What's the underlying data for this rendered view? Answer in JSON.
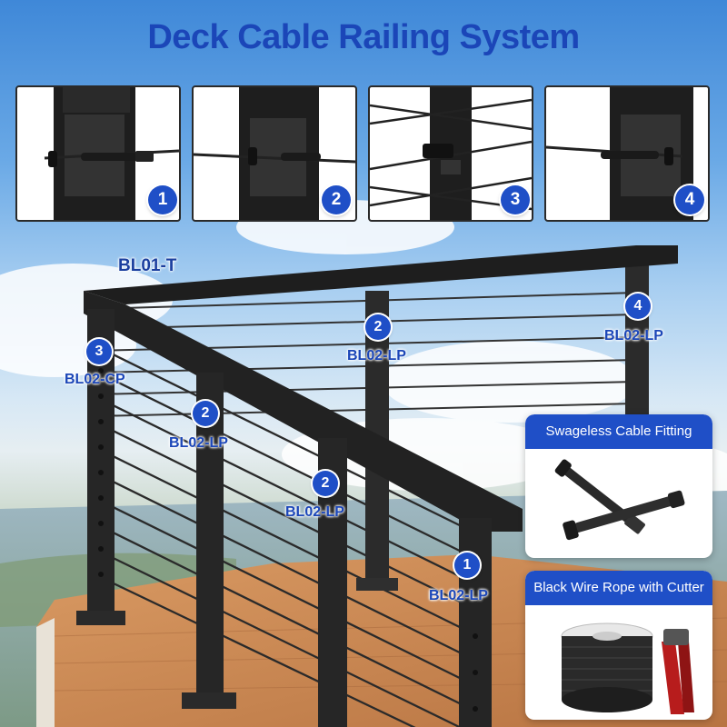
{
  "title": "Deck Cable Railing System",
  "thumbnails": [
    {
      "number": "1"
    },
    {
      "number": "2"
    },
    {
      "number": "3"
    },
    {
      "number": "4"
    }
  ],
  "scene_labels": {
    "top_rail": "BL01-T",
    "post_corner": {
      "number": "3",
      "code": "BL02-CP"
    },
    "post_back_middle": {
      "number": "2",
      "code": "BL02-LP"
    },
    "post_back_right": {
      "number": "4",
      "code": "BL02-LP"
    },
    "post_front_1": {
      "number": "2",
      "code": "BL02-LP"
    },
    "post_front_2": {
      "number": "2",
      "code": "BL02-LP"
    },
    "post_front_end": {
      "number": "1",
      "code": "BL02-LP"
    }
  },
  "panels": {
    "fitting": {
      "title": "Swageless Cable Fitting"
    },
    "rope": {
      "title": "Black Wire Rope with Cutter"
    }
  },
  "colors": {
    "accent_blue": "#1f4fc7",
    "title_blue": "#1b46b8",
    "post_black": "#2b2b2b",
    "deck_wood": "#c98a55"
  }
}
